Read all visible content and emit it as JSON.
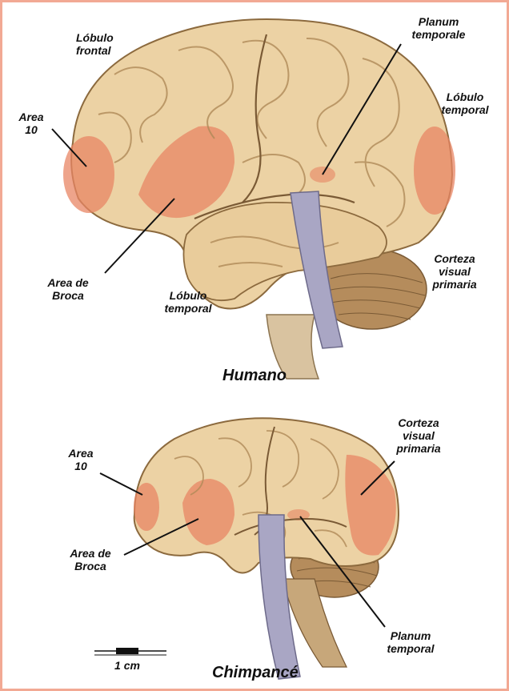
{
  "human": {
    "title": "Humano",
    "labels": {
      "lobulo_frontal": "Lóbulo\nfrontal",
      "area10": "Area\n10",
      "area_broca": "Area de\nBroca",
      "lobulo_temporal_bottom": "Lóbulo\ntemporal",
      "planum": "Planum\ntemporale",
      "lobulo_temporal_right": "Lóbulo\ntemporal",
      "corteza": "Corteza\nvisual\nprimaria"
    }
  },
  "chimp": {
    "title": "Chimpancé",
    "labels": {
      "area10": "Area\n10",
      "area_broca": "Area de\nBroca",
      "corteza": "Corteza\nvisual\nprimaria",
      "planum": "Planum\ntemporal"
    }
  },
  "scale": {
    "label": "1 cm"
  },
  "colors": {
    "border": "#f2a994",
    "brain": "#ecd2a4",
    "brain_shadow": "#c9a572",
    "highlight": "#e88564",
    "stem": "#a9a6c4",
    "cerebellum": "#b58c5c"
  }
}
